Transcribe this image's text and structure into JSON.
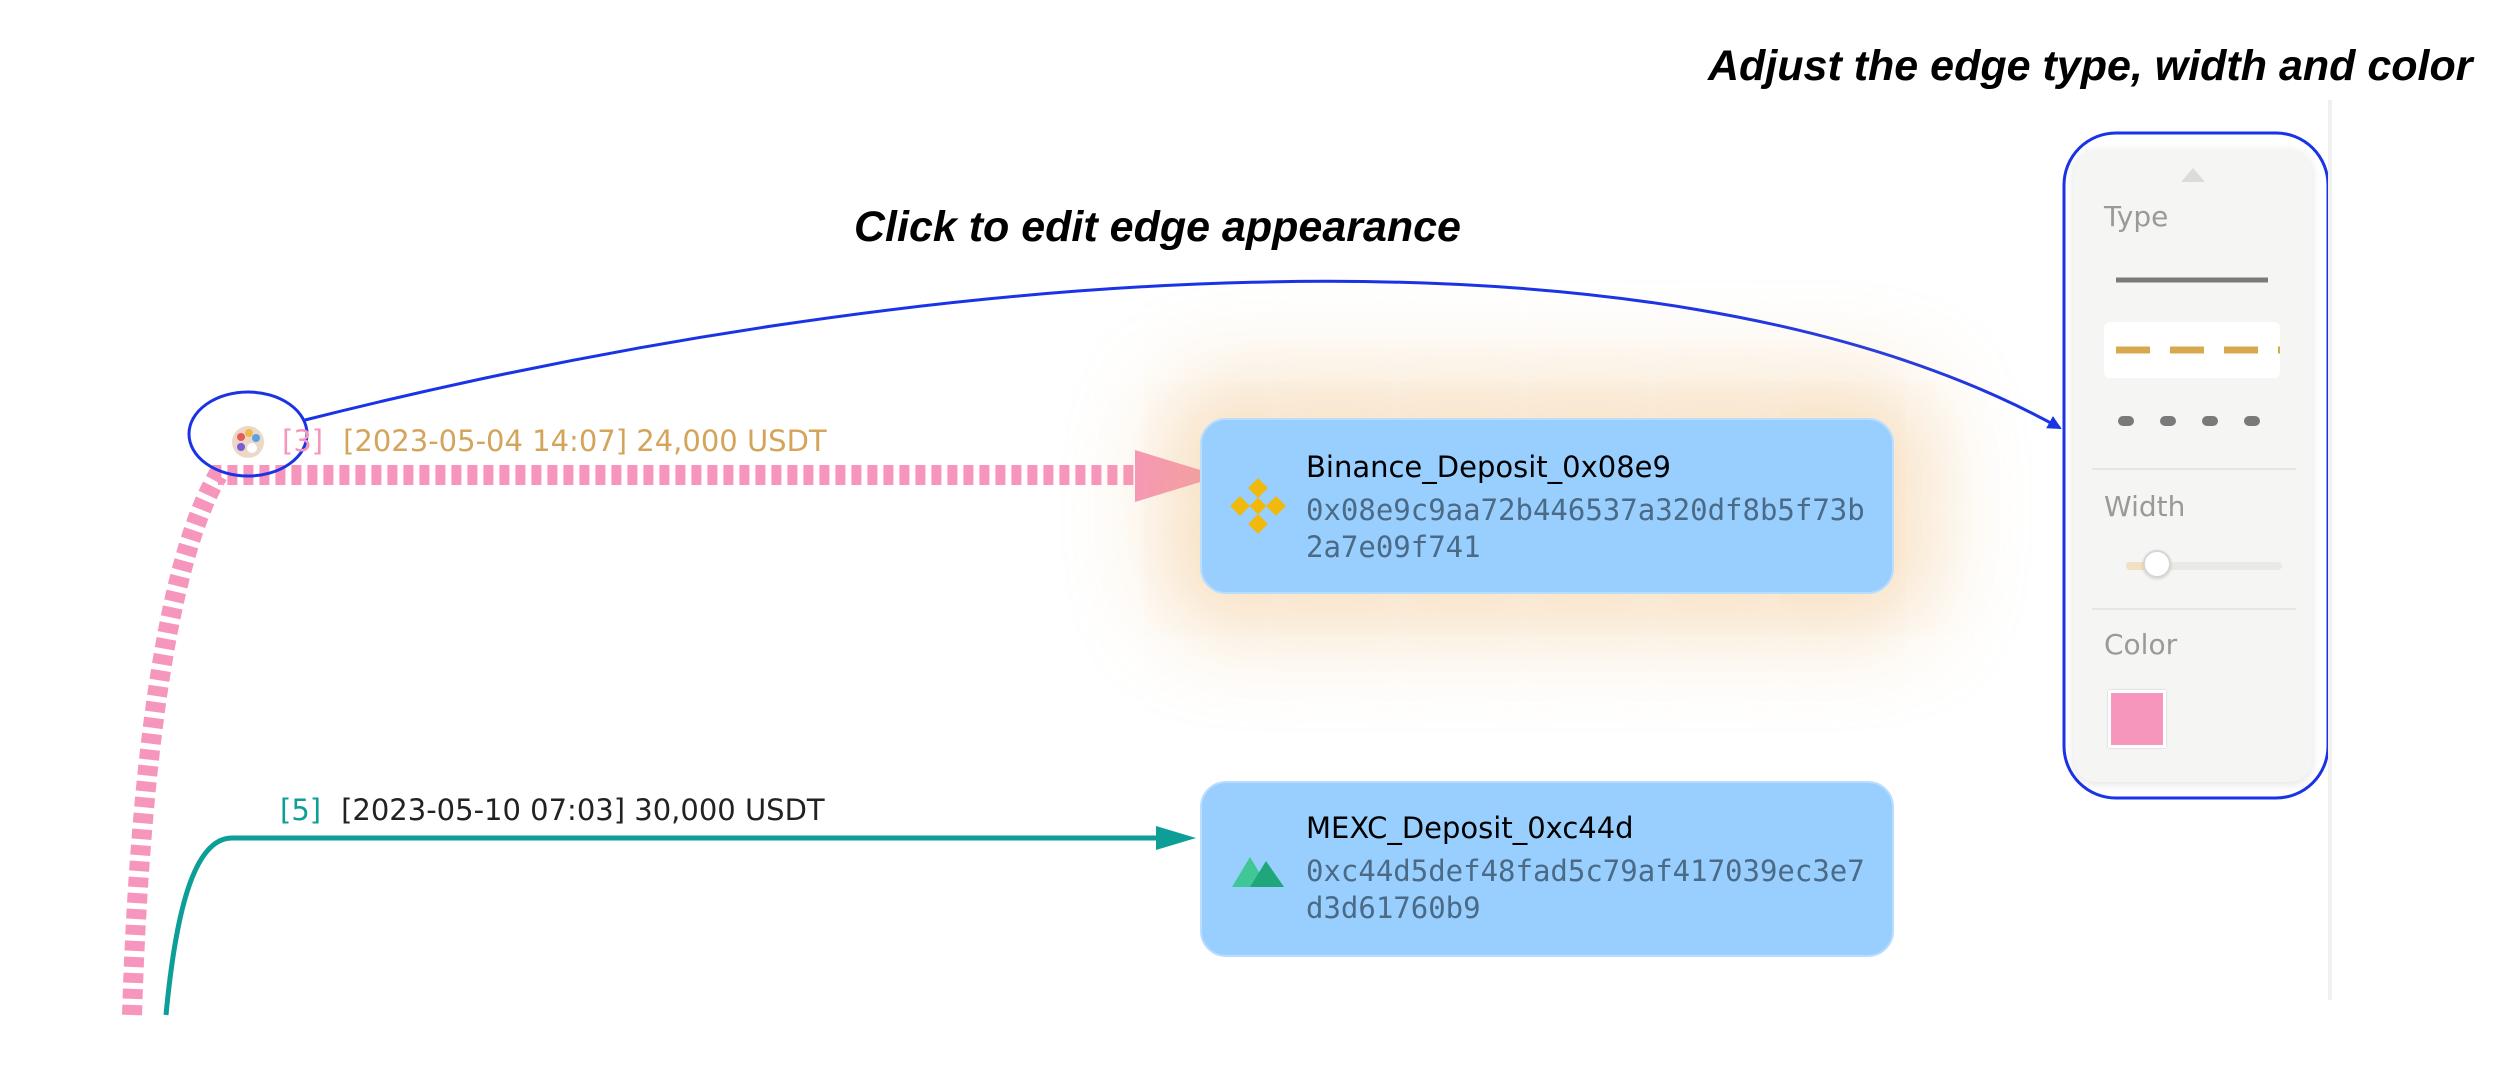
{
  "annotations": {
    "panel_caption": "Adjust the edge type, width and color",
    "edge_caption": "Click to edit edge appearance"
  },
  "edges": [
    {
      "index": "[3]",
      "label": "[2023-05-04 14:07] 24,000 USDT",
      "color": "#f796bd",
      "index_color": "#f796bd",
      "label_color": "#d4a45a",
      "style": "dashed",
      "selected": true
    },
    {
      "index": "[5]",
      "label": "[2023-05-10 07:03] 30,000 USDT",
      "color": "#0e9e98",
      "index_color": "#0e9e98",
      "label_color": "#222222",
      "style": "solid",
      "selected": false
    }
  ],
  "nodes": [
    {
      "name": "Binance_Deposit_0x08e9",
      "address": "0x08e9c9aa72b446537a320df8b5f73b2a7e09f741",
      "icon": "binance-logo-icon",
      "selected": true
    },
    {
      "name": "MEXC_Deposit_0xc44d",
      "address": "0xc44d5def48fad5c79af417039ec3e7d3d61760b9",
      "icon": "mexc-logo-icon",
      "selected": false
    }
  ],
  "edge_editor_icon": "palette-icon",
  "panel": {
    "type_heading": "Type",
    "type_options": [
      "solid",
      "dashed",
      "dotted"
    ],
    "type_selected": "dashed",
    "width_heading": "Width",
    "width_level": 0.2,
    "color_heading": "Color",
    "color_value": "#f796bd"
  },
  "colors": {
    "annotation": "#1a33e6",
    "node_fill": "#99cfff",
    "highlight_glow": "#ecb269"
  }
}
